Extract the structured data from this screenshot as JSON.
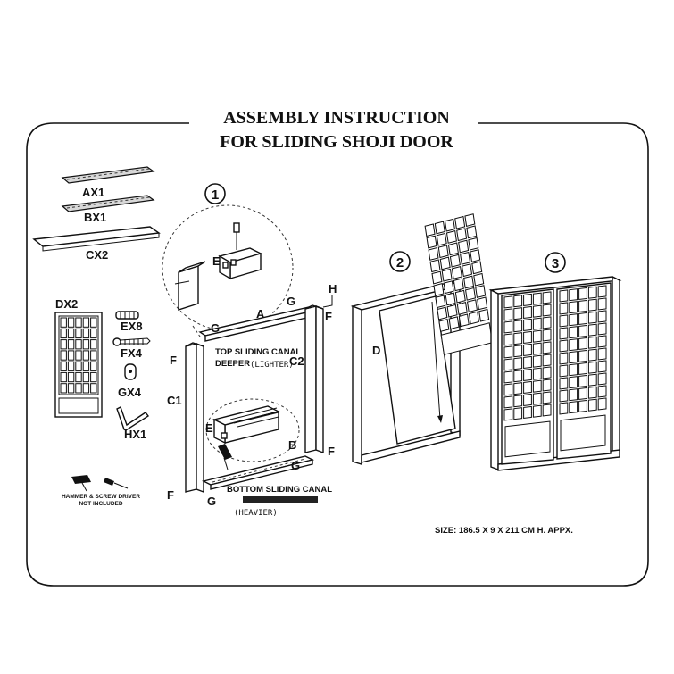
{
  "title_line1": "ASSEMBLY INSTRUCTION",
  "title_line2": "FOR SLIDING SHOJI DOOR",
  "parts": {
    "ax1": "AX1",
    "bx1": "BX1",
    "cx2": "CX2",
    "dx2": "DX2",
    "ex8": "EX8",
    "fx4": "FX4",
    "gx4": "GX4",
    "hx1": "HX1"
  },
  "tools_note_line1": "HAMMER & SCREW DRIVER",
  "tools_note_line2": "NOT INCLUDED",
  "steps": [
    "1",
    "2",
    "3"
  ],
  "labels": {
    "a": "A",
    "b": "B",
    "c1": "C1",
    "c2": "C2",
    "d": "D",
    "e": "E",
    "f": "F",
    "g": "G",
    "h": "H"
  },
  "top_canal_line1": "TOP SLIDING CANAL",
  "top_canal_line2": "DEEPER",
  "top_canal_handwritten": "(LIGHTER)",
  "bottom_canal": "BOTTOM SLIDING CANAL",
  "bottom_canal_handwritten": "(HEAVIER)",
  "size_note": "SIZE: 186.5 X 9 X 211 CM H. APPX."
}
